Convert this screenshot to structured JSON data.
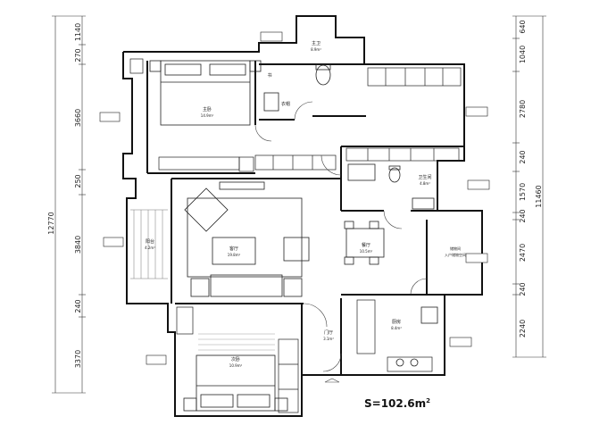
{
  "plan": {
    "total_area": "S=102.6m",
    "total_area_sup": "2",
    "dims_left_outer": "12770",
    "dims_left": [
      "1140",
      "270",
      "3660",
      "250",
      "3840",
      "240",
      "3370"
    ],
    "dims_right_outer": "11460",
    "dims_right": [
      "640",
      "1040",
      "2780",
      "240",
      "1570",
      "240",
      "2470",
      "240",
      "2240"
    ],
    "rooms": [
      {
        "name": "主卧",
        "area": "14.9m²"
      },
      {
        "name": "主卫",
        "area": "8.9m²"
      },
      {
        "name": "衣帽",
        "area": ""
      },
      {
        "name": "书",
        "area": ""
      },
      {
        "name": "卫生间",
        "area": "4.8m²"
      },
      {
        "name": "客厅",
        "area": "19.8m²"
      },
      {
        "name": "餐厅",
        "area": "10.5m²"
      },
      {
        "name": "阳台",
        "area": "4.2m²"
      },
      {
        "name": "门厅",
        "area": "3.1m²"
      },
      {
        "name": "厨房",
        "area": "8.4m²"
      },
      {
        "name": "次卧",
        "area": "10.9m²"
      },
      {
        "name": "储物间",
        "area": "入户储物空间"
      }
    ]
  }
}
